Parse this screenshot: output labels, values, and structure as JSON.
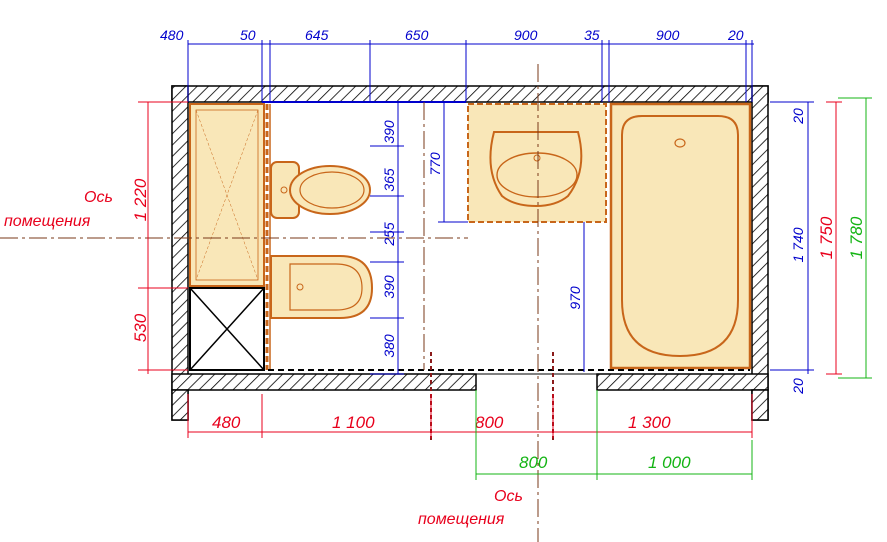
{
  "top_dimensions": [
    "480",
    "50",
    "645",
    "650",
    "900",
    "35",
    "900",
    "20"
  ],
  "bottom_dimensions_red": [
    "480",
    "1 100",
    "800",
    "1 300"
  ],
  "bottom_dimensions_green": [
    "800",
    "1 000"
  ],
  "left_dimensions_red": [
    "1 220",
    "530"
  ],
  "left_dimensions_blue": [
    "390",
    "365",
    "255",
    "390",
    "380"
  ],
  "basin_dimensions": [
    "770",
    "970"
  ],
  "right_dimensions_blue": [
    "20",
    "1 740",
    "20"
  ],
  "right_dimension_red": "1 750",
  "right_dimension_green": "1 780",
  "axis_label_left": [
    "Ось",
    "помещения"
  ],
  "axis_label_bottom": [
    "Ось",
    "помещения"
  ],
  "colors": {
    "wall_hatch": "#000000",
    "fixture_fill": "#f9e7b8",
    "fixture_stroke": "#c8661a",
    "dim_blue": "#0000cc",
    "dim_red": "#e8001c",
    "dim_green": "#14b414",
    "axis_line": "#7a3a1a"
  }
}
